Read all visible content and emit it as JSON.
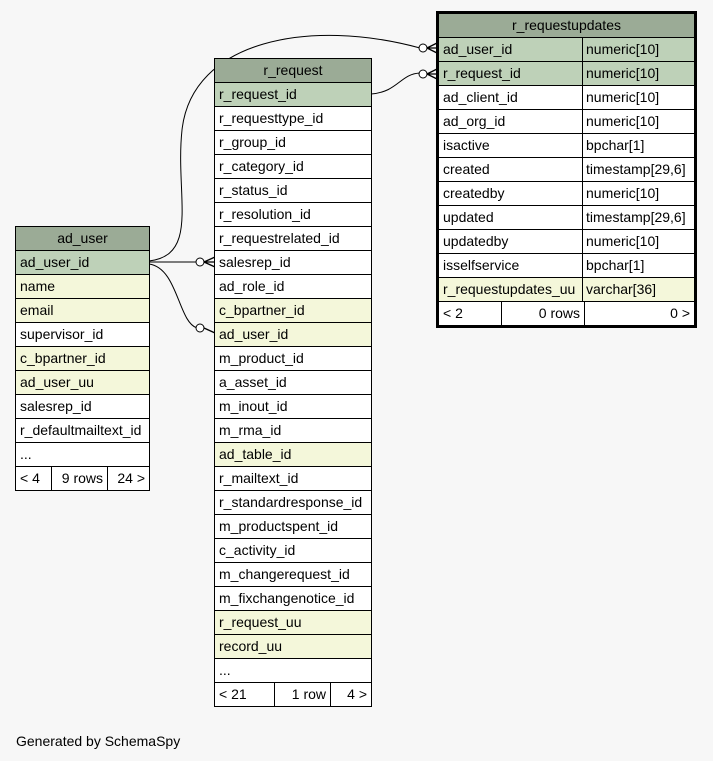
{
  "footer": "Generated by SchemaSpy",
  "tables": {
    "ad_user": {
      "name": "ad_user",
      "columns": [
        {
          "name": "ad_user_id",
          "kind": "pk"
        },
        {
          "name": "name",
          "kind": "fk"
        },
        {
          "name": "email",
          "kind": "fk"
        },
        {
          "name": "supervisor_id",
          "kind": "plain"
        },
        {
          "name": "c_bpartner_id",
          "kind": "fk"
        },
        {
          "name": "ad_user_uu",
          "kind": "fk"
        },
        {
          "name": "salesrep_id",
          "kind": "plain"
        },
        {
          "name": "r_defaultmailtext_id",
          "kind": "plain"
        },
        {
          "name": "...",
          "kind": "plain"
        }
      ],
      "footer": {
        "left": "< 4",
        "mid": "9 rows",
        "right": "24 >"
      }
    },
    "r_request": {
      "name": "r_request",
      "columns": [
        {
          "name": "r_request_id",
          "kind": "pk"
        },
        {
          "name": "r_requesttype_id",
          "kind": "plain"
        },
        {
          "name": "r_group_id",
          "kind": "plain"
        },
        {
          "name": "r_category_id",
          "kind": "plain"
        },
        {
          "name": "r_status_id",
          "kind": "plain"
        },
        {
          "name": "r_resolution_id",
          "kind": "plain"
        },
        {
          "name": "r_requestrelated_id",
          "kind": "plain"
        },
        {
          "name": "salesrep_id",
          "kind": "plain"
        },
        {
          "name": "ad_role_id",
          "kind": "plain"
        },
        {
          "name": "c_bpartner_id",
          "kind": "fk"
        },
        {
          "name": "ad_user_id",
          "kind": "fk"
        },
        {
          "name": "m_product_id",
          "kind": "plain"
        },
        {
          "name": "a_asset_id",
          "kind": "plain"
        },
        {
          "name": "m_inout_id",
          "kind": "plain"
        },
        {
          "name": "m_rma_id",
          "kind": "plain"
        },
        {
          "name": "ad_table_id",
          "kind": "fk"
        },
        {
          "name": "r_mailtext_id",
          "kind": "plain"
        },
        {
          "name": "r_standardresponse_id",
          "kind": "plain"
        },
        {
          "name": "m_productspent_id",
          "kind": "plain"
        },
        {
          "name": "c_activity_id",
          "kind": "plain"
        },
        {
          "name": "m_changerequest_id",
          "kind": "plain"
        },
        {
          "name": "m_fixchangenotice_id",
          "kind": "plain"
        },
        {
          "name": "r_request_uu",
          "kind": "fk"
        },
        {
          "name": "record_uu",
          "kind": "fk"
        },
        {
          "name": "...",
          "kind": "plain"
        }
      ],
      "footer": {
        "left": "< 21",
        "mid": "1 row",
        "right": "4 >"
      }
    },
    "r_requestupdates": {
      "name": "r_requestupdates",
      "columns": [
        {
          "name": "ad_user_id",
          "type": "numeric[10]",
          "kind": "pk"
        },
        {
          "name": "r_request_id",
          "type": "numeric[10]",
          "kind": "pk"
        },
        {
          "name": "ad_client_id",
          "type": "numeric[10]",
          "kind": "plain"
        },
        {
          "name": "ad_org_id",
          "type": "numeric[10]",
          "kind": "plain"
        },
        {
          "name": "isactive",
          "type": "bpchar[1]",
          "kind": "plain"
        },
        {
          "name": "created",
          "type": "timestamp[29,6]",
          "kind": "plain"
        },
        {
          "name": "createdby",
          "type": "numeric[10]",
          "kind": "plain"
        },
        {
          "name": "updated",
          "type": "timestamp[29,6]",
          "kind": "plain"
        },
        {
          "name": "updatedby",
          "type": "numeric[10]",
          "kind": "plain"
        },
        {
          "name": "isselfservice",
          "type": "bpchar[1]",
          "kind": "plain"
        },
        {
          "name": "r_requestupdates_uu",
          "type": "varchar[36]",
          "kind": "fk"
        }
      ],
      "footer": {
        "left": "< 2",
        "mid": "0 rows",
        "right": "0 >"
      }
    }
  },
  "colors": {
    "header": "#9bab96",
    "primary_key": "#bed1b8",
    "foreign_key": "#f4f7da",
    "background": "#f7f7f7"
  }
}
